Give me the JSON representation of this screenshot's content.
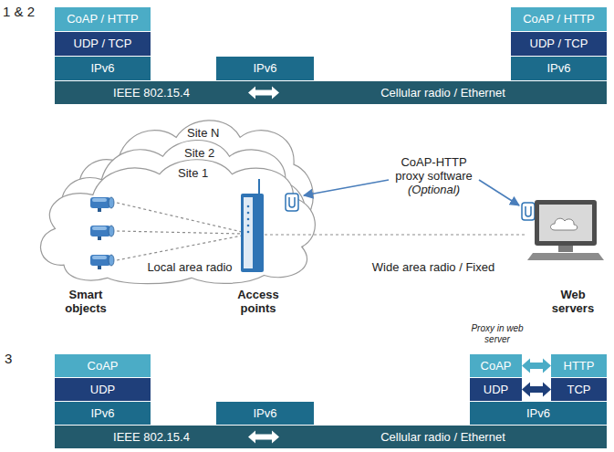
{
  "diagram": {
    "nodes": [
      {
        "text": [
          "CoAP / HTTP"
        ]
      },
      {
        "text": [
          "UDP / TCP"
        ]
      },
      {
        "text": [
          "IPv6"
        ]
      },
      {
        "text": [
          "IPv6"
        ]
      },
      {
        "text": [
          "CoAP / HTTP"
        ]
      },
      {
        "text": [
          "UDP / TCP"
        ]
      },
      {
        "text": [
          "IPv6"
        ]
      },
      {
        "text": [
          "IEEE 802.15.4"
        ]
      },
      {
        "text": [
          "Cellular radio / Ethernet"
        ]
      },
      {
        "text": [
          "Site N"
        ]
      },
      {
        "text": [
          "Site 2"
        ]
      },
      {
        "text": [
          "Site 1"
        ]
      },
      {
        "text": [
          "CoAP"
        ]
      },
      {
        "text": [
          "UDP"
        ]
      },
      {
        "text": [
          "IPv6"
        ]
      },
      {
        "text": [
          "IPv6"
        ]
      },
      {
        "text": [
          "CoAP"
        ]
      },
      {
        "text": [
          "HTTP"
        ]
      },
      {
        "text": [
          "UDP"
        ]
      },
      {
        "text": [
          "TCP"
        ]
      },
      {
        "text": [
          "IPv6"
        ]
      },
      {
        "text": [
          "IEEE 802.15.4"
        ]
      },
      {
        "text": [
          "Cellular radio / Ethernet"
        ]
      }
    ],
    "edges": [
      {
        "from": 7,
        "to": 8,
        "arrow": "both"
      },
      {
        "from": 16,
        "to": 17,
        "arrow": "both"
      },
      {
        "from": 18,
        "to": 19,
        "arrow": "both"
      },
      {
        "from": 21,
        "to": 22,
        "arrow": "both"
      }
    ],
    "labels": [
      "1 & 2",
      "CoAP-HTTP proxy software",
      "(Optional)",
      "Local area radio",
      "Wide area radio / Fixed",
      "Smart objects",
      "Access points",
      "Web servers",
      "3",
      "Proxy in web server"
    ]
  }
}
